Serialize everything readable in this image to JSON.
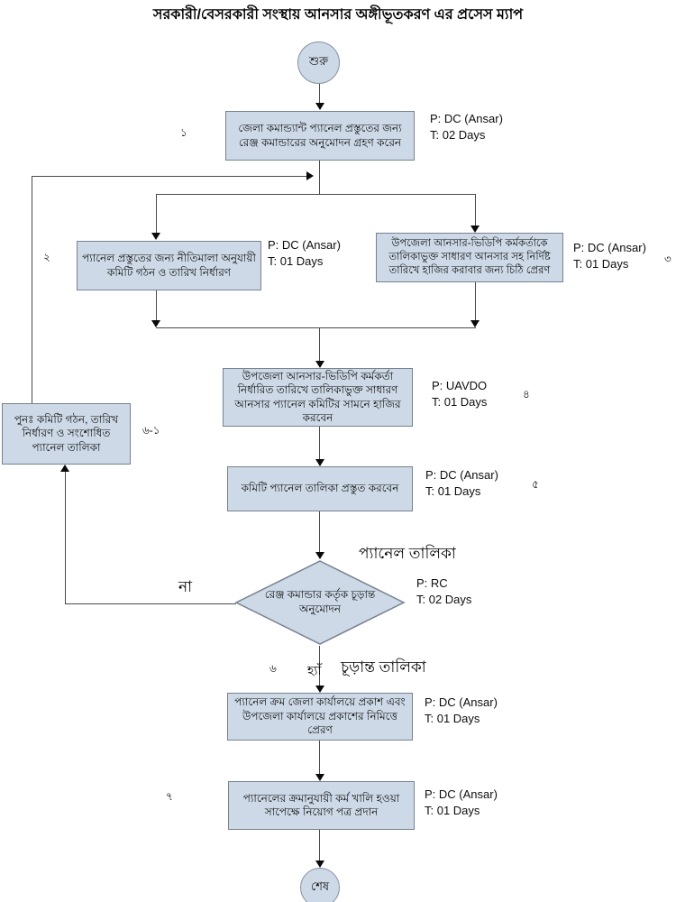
{
  "title": "সরকারী/বেসরকারী সংস্থায় আনসার অঙ্গীভূতকরণ এর প্রসেস ম্যাপ",
  "colors": {
    "node_fill": "#cdd9e7",
    "node_border": "#76828e",
    "line": "#4a4a4a",
    "arrow": "#0a0a0a"
  },
  "nodes": {
    "start": {
      "label": "শুরু"
    },
    "step1": {
      "num": "১",
      "text": "জেলা কমান্ড্যান্ট প্যানেল প্রস্তুতের জন্য রেঞ্জ কমান্ডারের অনুমোদন গ্রহণ করেন",
      "p": "P: DC (Ansar)",
      "t": "T: 02 Days"
    },
    "step2": {
      "num": "২",
      "text": "প্যানেল প্রস্তুতের জন্য নীতিমালা অনুযায়ী কমিটি গঠন ও তারিখ নির্ধারণ",
      "p": "P: DC (Ansar)",
      "t": "T: 01 Days"
    },
    "step3": {
      "num": "৩",
      "text": "উপজেলা আনসার-ভিডিপি কর্মকর্তাকে তালিকাভুক্ত সাধারণ আনসার সহ নির্দিষ্ট তারিখে হাজির করাবার জন্য চিঠি প্রেরণ",
      "p": "P: DC (Ansar)",
      "t": "T: 01 Days"
    },
    "step4": {
      "num": "৪",
      "text": "উপজেলা আনসার-ভিডিপি কর্মকর্তা নির্ধারিত তারিখে তালিকাভুক্ত সাধারণ আনসার প্যানেল কমিটির সামনে হাজির করবেন",
      "p": "P: UAVDO",
      "t": "T: 01 Days"
    },
    "rework": {
      "num": "৬-১",
      "text": "পুনঃ  কমিটি গঠন, তারিখ নির্ধারণ ও সংশোধিত প্যানেল তালিকা"
    },
    "step5": {
      "num": "৫",
      "text": "কমিটি প্যানেল তালিকা প্রস্তুত করবেন",
      "p": "P: DC (Ansar)",
      "t": "T: 01 Days"
    },
    "decision": {
      "num": "৬",
      "text": "রেঞ্জ কমান্ডার কর্তৃক চূড়ান্ত অনুমোদন",
      "p": "P: RC",
      "t": "T: 02 Days"
    },
    "step6": {
      "text": "প্যানেল ক্রম জেলা কার্যালয়ে প্রকাশ এবং উপজেলা কার্যালয়ে প্রকাশের নিমিত্তে প্রেরণ",
      "p": "P: DC (Ansar)",
      "t": "T: 01 Days"
    },
    "step7": {
      "num": "৭",
      "text": "প্যানেলের ক্রমানুযায়ী কর্ম খালি হওয়া সাপেক্ষে নিয়োগ পত্র প্রদান",
      "p": "P: DC (Ansar)",
      "t": "T: 01 Days"
    },
    "end": {
      "label": "শেষ"
    }
  },
  "flow_labels": {
    "panel_list": "প্যানেল তালিকা",
    "no": "না",
    "yes": "হ্যাঁ",
    "final_list": "চূড়ান্ত তালিকা"
  }
}
